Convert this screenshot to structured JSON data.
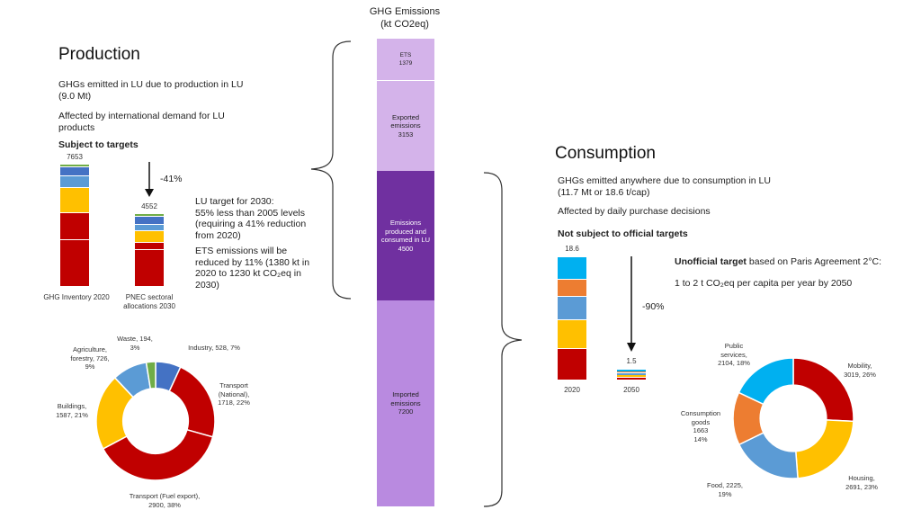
{
  "center": {
    "title_line1": "GHG Emissions",
    "title_line2": "(kt CO2eq)",
    "segments": [
      {
        "label": "ETS",
        "value": "1379",
        "color": "#d4b3ea",
        "text_color": "#333"
      },
      {
        "label": "Exported emissions",
        "value": "3153",
        "color": "#d4b3ea",
        "text_color": "#333"
      },
      {
        "label": "Emissions produced and consumed in LU",
        "value": "4500",
        "color": "#7030a0",
        "text_color": "#ffffff"
      },
      {
        "label": "Imported emissions",
        "value": "7200",
        "color": "#b98ae0",
        "text_color": "#333"
      }
    ]
  },
  "production": {
    "title": "Production",
    "line1": "GHGs emitted in LU due to production in LU",
    "line2": "(9.0 Mt)",
    "line3": "Affected by international demand for LU",
    "line4": "products",
    "subject": "Subject to targets",
    "bar1_total": "7653",
    "bar2_total": "4552",
    "reduction": "-41%",
    "bar1_label": "GHG Inventory 2020",
    "bar2_label1": "PNEC sectoral",
    "bar2_label2": "allocations 2030",
    "target_l1": "LU target for 2030:",
    "target_l2": "55% less than 2005 levels",
    "target_l3": "(requiring a 41% reduction",
    "target_l4": "from 2020)",
    "ets_l1": "ETS emissions will be",
    "ets_l2": "reduced by 11% (1380 kt in",
    "ets_l3": "2020 to 1230 kt CO₂eq in",
    "ets_l4": "2030)",
    "bar1_segments": [
      2900,
      1718,
      1587,
      726,
      528,
      194
    ],
    "bar2_segments": [
      1730,
      350,
      560,
      300,
      380,
      110
    ],
    "segment_colors": [
      "#c00000",
      "#c00000",
      "#ffc000",
      "#5b9bd5",
      "#4472c4",
      "#70ad47"
    ],
    "donut": [
      {
        "name": "Industry, 528, 7%",
        "value": 528,
        "color": "#4472c4"
      },
      {
        "name": "Transport (National), 1718, 22%",
        "value": 1718,
        "color": "#c00000"
      },
      {
        "name": "Transport (Fuel export), 2900, 38%",
        "value": 2900,
        "color": "#c00000"
      },
      {
        "name": "Buildings, 1587, 21%",
        "value": 1587,
        "color": "#ffc000"
      },
      {
        "name": "Agriculture, forestry, 726, 9%",
        "value": 726,
        "color": "#5b9bd5"
      },
      {
        "name": "Waste, 194, 3%",
        "value": 194,
        "color": "#70ad47"
      }
    ],
    "donut_labels": {
      "industry": "Industry, 528, 7%",
      "transport_nat_1": "Transport",
      "transport_nat_2": "(National),",
      "transport_nat_3": "1718, 22%",
      "transport_fuel_1": "Transport (Fuel export),",
      "transport_fuel_2": "2900, 38%",
      "buildings_1": "Buildings,",
      "buildings_2": "1587, 21%",
      "agri_1": "Agriculture,",
      "agri_2": "forestry, 726,",
      "agri_3": "9%",
      "waste_1": "Waste, 194,",
      "waste_2": "3%"
    }
  },
  "consumption": {
    "title": "Consumption",
    "line1": "GHGs emitted anywhere due to consumption in LU",
    "line2": "(11.7 Mt or 18.6 t/cap)",
    "line3": "Affected by daily purchase decisions",
    "subject": "Not subject to official targets",
    "bar1_total": "18.6",
    "bar2_total": "1.5",
    "reduction": "-90%",
    "bar1_label": "2020",
    "bar2_label": "2050",
    "unofficial_bold": "Unofficial target",
    "unofficial_rest": " based on Paris Agreement 2°C:",
    "per_capita": "1 to 2 t CO₂eq per capita per year by 2050",
    "bar_segments": [
      3019,
      2691,
      2225,
      1663,
      2104
    ],
    "bar_colors": [
      "#c00000",
      "#ffc000",
      "#5b9bd5",
      "#ed7d31",
      "#00b0f0"
    ],
    "donut": [
      {
        "name": "Mobility, 3019, 26%",
        "value": 3019,
        "color": "#c00000"
      },
      {
        "name": "Housing, 2691, 23%",
        "value": 2691,
        "color": "#ffc000"
      },
      {
        "name": "Food, 2225, 19%",
        "value": 2225,
        "color": "#5b9bd5"
      },
      {
        "name": "Consumption goods 1663 14%",
        "value": 1663,
        "color": "#ed7d31"
      },
      {
        "name": "Public services, 2104, 18%",
        "value": 2104,
        "color": "#00b0f0"
      }
    ],
    "donut_labels": {
      "mobility_1": "Mobility,",
      "mobility_2": "3019, 26%",
      "housing_1": "Housing,",
      "housing_2": "2691, 23%",
      "food_1": "Food, 2225,",
      "food_2": "19%",
      "goods_1": "Consumption",
      "goods_2": "goods",
      "goods_3": "1663",
      "goods_4": "14%",
      "public_1": "Public",
      "public_2": "services,",
      "public_3": "2104, 18%"
    }
  }
}
